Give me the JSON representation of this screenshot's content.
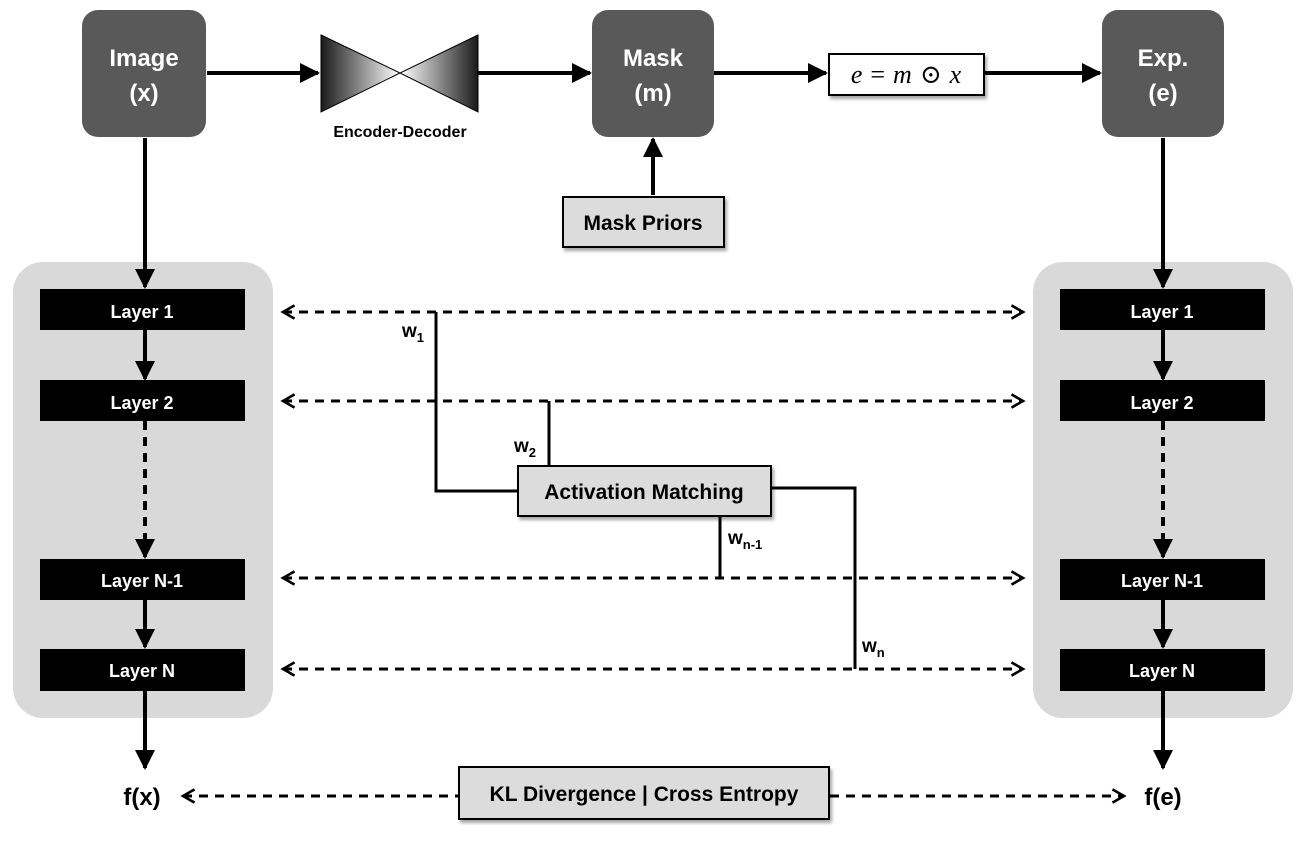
{
  "nodes": {
    "image": {
      "line1": "Image",
      "line2": "(x)"
    },
    "mask": {
      "line1": "Mask",
      "line2": "(m)"
    },
    "explanation": {
      "line1": "Exp.",
      "line2": "(e)"
    },
    "encoder_decoder": "Encoder-Decoder",
    "equation": {
      "lhs": "e",
      "op1": "=",
      "m": "m",
      "op2": "⊙",
      "x": "x"
    },
    "mask_priors": "Mask Priors",
    "activation_matching": "Activation Matching",
    "loss": "KL Divergence | Cross Entropy"
  },
  "left_network": {
    "layers": [
      "Layer 1",
      "Layer 2",
      "Layer N-1",
      "Layer N"
    ],
    "output": "f(x)"
  },
  "right_network": {
    "layers": [
      "Layer 1",
      "Layer 2",
      "Layer N-1",
      "Layer N"
    ],
    "output": "f(e)"
  },
  "weights": [
    {
      "base": "w",
      "sub": "1"
    },
    {
      "base": "w",
      "sub": "2"
    },
    {
      "base": "w",
      "sub": "n-1"
    },
    {
      "base": "w",
      "sub": "n"
    }
  ],
  "colors": {
    "dark_node": "#595959",
    "panel": "#d9d9d9",
    "box": "#dcdcdc",
    "layer": "#000000"
  }
}
